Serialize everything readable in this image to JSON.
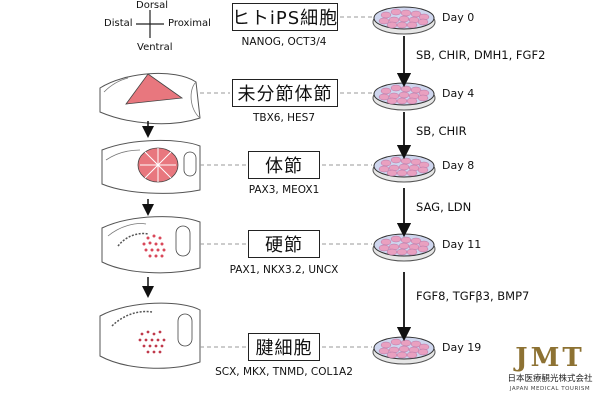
{
  "orientation": {
    "dorsal": "Dorsal",
    "ventral": "Ventral",
    "distal": "Distal",
    "proximal": "Proximal"
  },
  "stages": [
    {
      "label": "ヒトiPS細胞",
      "markers": "NANOG, OCT3/4",
      "day": "Day 0"
    },
    {
      "label": "未分節体節",
      "markers": "TBX6, HES7",
      "day": "Day 4"
    },
    {
      "label": "体節",
      "markers": "PAX3, MEOX1",
      "day": "Day 8"
    },
    {
      "label": "硬節",
      "markers": "PAX1, NKX3.2, UNCX",
      "day": "Day 11"
    },
    {
      "label": "腱細胞",
      "markers": "SCX, MKX, TNMD, COL1A2",
      "day": "Day 19"
    }
  ],
  "treatments": [
    "SB, CHIR, DMH1, FGF2",
    "SB, CHIR",
    "SAG, LDN",
    "FGF8, TGFβ3, BMP7"
  ],
  "logo": {
    "mark": "JMT",
    "japanese": "日本医療観光株式会社",
    "english": "JAPAN MEDICAL TOURISM"
  },
  "colors": {
    "line": "#222222",
    "dashed": "#9a9a9a",
    "tissue_fill": "#e8777e",
    "dish_fill": "#cfd6ee",
    "dish_cell": "#e9a0c0",
    "logo_gold": "#8d7233"
  }
}
